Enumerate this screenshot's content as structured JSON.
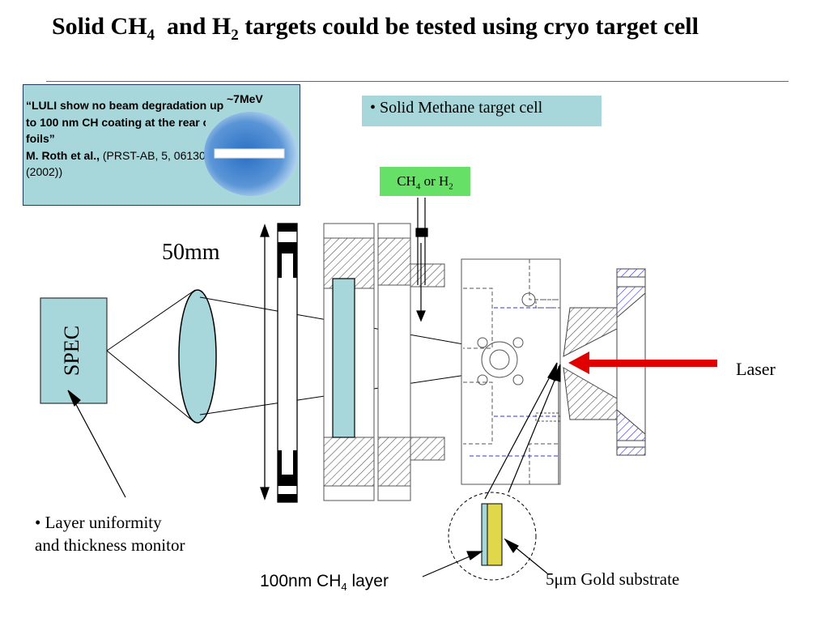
{
  "title": {
    "p1": "Solid CH",
    "sub1": "4",
    "p2": "  and H",
    "sub2": "2",
    "p3": " targets could be tested using cryo target cell"
  },
  "inset": {
    "quote_bold": "“LULI show no beam degradation up to 100 nm CH coating at the rear of Au foils”",
    "author_bold": "M. Roth et al.,",
    "citation": " (PRST-AB, 5, 061301 (2002))",
    "energy_label": "~7MeV"
  },
  "bullets": {
    "methane_cell": "• Solid Methane target cell",
    "layer_monitor_line1": "• Layer uniformity",
    "layer_monitor_line2": "and thickness monitor"
  },
  "gas_label": {
    "p1": "CH",
    "sub1": "4",
    "p2": " or H",
    "sub2": "2"
  },
  "labels": {
    "dimension": "50mm",
    "spec": "SPEC",
    "laser": "Laser",
    "ch4_layer_p1": "100nm CH",
    "ch4_layer_sub": "4",
    "ch4_layer_p2": " layer",
    "gold_substrate": "5μm Gold substrate"
  },
  "colors": {
    "light_blue": "#a8d7db",
    "green": "#66e066",
    "gold": "#e0d84a",
    "laser_red": "#e00000",
    "blue_dashed": "#3333cc"
  }
}
